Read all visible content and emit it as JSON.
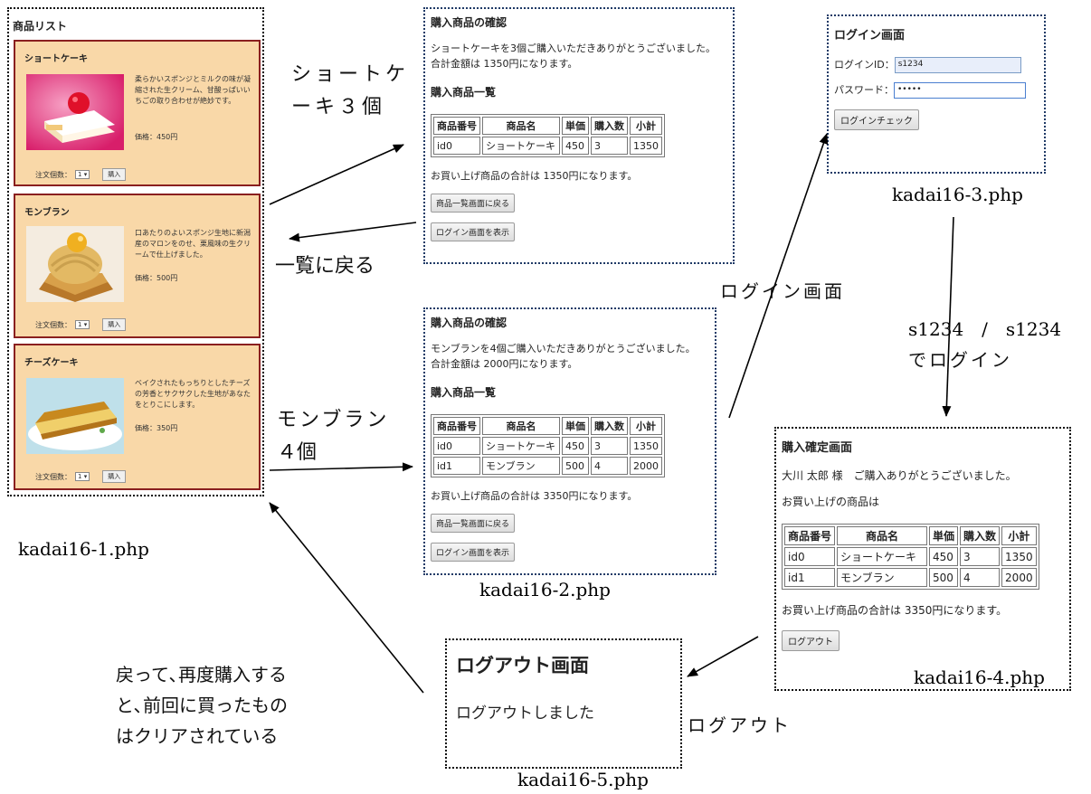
{
  "product_list": {
    "title": "商品リスト",
    "items": [
      {
        "name": "ショートケーキ",
        "desc": "柔らかいスポンジとミルクの味が凝縮された生クリーム、甘酸っぱいいちごの取り合わせが絶妙です。",
        "price": "価格：450円"
      },
      {
        "name": "モンブラン",
        "desc": "口あたりのよいスポンジ生地に新潟産のマロンをのせ、栗風味の生クリームで仕上げました。",
        "price": "価格：500円"
      },
      {
        "name": "チーズケーキ",
        "desc": "ベイクされたもっちりとしたチーズの芳香とサクサクした生地があなたをとりこにします。",
        "price": "価格：350円"
      }
    ],
    "qty_label": "注文個数：",
    "qty_value": "1",
    "buy_label": "購入"
  },
  "confirm1": {
    "title": "購入商品の確認",
    "line1": "ショートケーキを3個ご購入いただきありがとうございました。",
    "line2": "合計金額は 1350円になります。",
    "list_title": "購入商品一覧",
    "headers": [
      "商品番号",
      "商品名",
      "単価",
      "購入数",
      "小計"
    ],
    "rows": [
      [
        "id0",
        "ショートケーキ",
        "450",
        "3",
        "1350"
      ]
    ],
    "total": "お買い上げ商品の合計は 1350円になります。",
    "back_button": "商品一覧画面に戻る",
    "login_button": "ログイン画面を表示"
  },
  "confirm2": {
    "title": "購入商品の確認",
    "line1": "モンブランを4個ご購入いただきありがとうございました。",
    "line2": "合計金額は 2000円になります。",
    "list_title": "購入商品一覧",
    "headers": [
      "商品番号",
      "商品名",
      "単価",
      "購入数",
      "小計"
    ],
    "rows": [
      [
        "id0",
        "ショートケーキ",
        "450",
        "3",
        "1350"
      ],
      [
        "id1",
        "モンブラン",
        "500",
        "4",
        "2000"
      ]
    ],
    "total": "お買い上げ商品の合計は 3350円になります。",
    "back_button": "商品一覧画面に戻る",
    "login_button": "ログイン画面を表示"
  },
  "login": {
    "title": "ログイン画面",
    "id_label": "ログインID：",
    "id_value": "s1234",
    "pw_label": "パスワード：",
    "pw_value": "•••••",
    "check_button": "ログインチェック"
  },
  "final": {
    "title": "購入確定画面",
    "greeting": "大川 太郎 様　ご購入ありがとうございました。",
    "items_label": "お買い上げの商品は",
    "headers": [
      "商品番号",
      "商品名",
      "単価",
      "購入数",
      "小計"
    ],
    "rows": [
      [
        "id0",
        "ショートケーキ",
        "450",
        "3",
        "1350"
      ],
      [
        "id1",
        "モンブラン",
        "500",
        "4",
        "2000"
      ]
    ],
    "total": "お買い上げ商品の合計は 3350円になります。",
    "logout_button": "ログアウト"
  },
  "logout": {
    "title": "ログアウト画面",
    "message": "ログアウトしました"
  },
  "captions": {
    "file1": "kadai16-1.php",
    "file2": "kadai16-2.php",
    "file3": "kadai16-3.php",
    "file4": "kadai16-4.php",
    "file5": "kadai16-5.php"
  },
  "labels": {
    "shortcake_a": "ショートケ",
    "shortcake_b": "ーキ３個",
    "back_to_list": "一覧に戻る",
    "login_screen": "ログイン画面",
    "login_cred": "s1234　/　s1234",
    "login_with": "でログイン",
    "montblanc_a": "モンブラン",
    "montblanc_b": "４個",
    "logout": "ログアウト",
    "repurchase_1": "戻って､再度購入する",
    "repurchase_2": "と､前回に買ったもの",
    "repurchase_3": "はクリアされている"
  },
  "colors": {
    "card_bg": "#f9d8a8",
    "card_border": "#8a1f1f",
    "panel_border": "#1f3a66"
  }
}
